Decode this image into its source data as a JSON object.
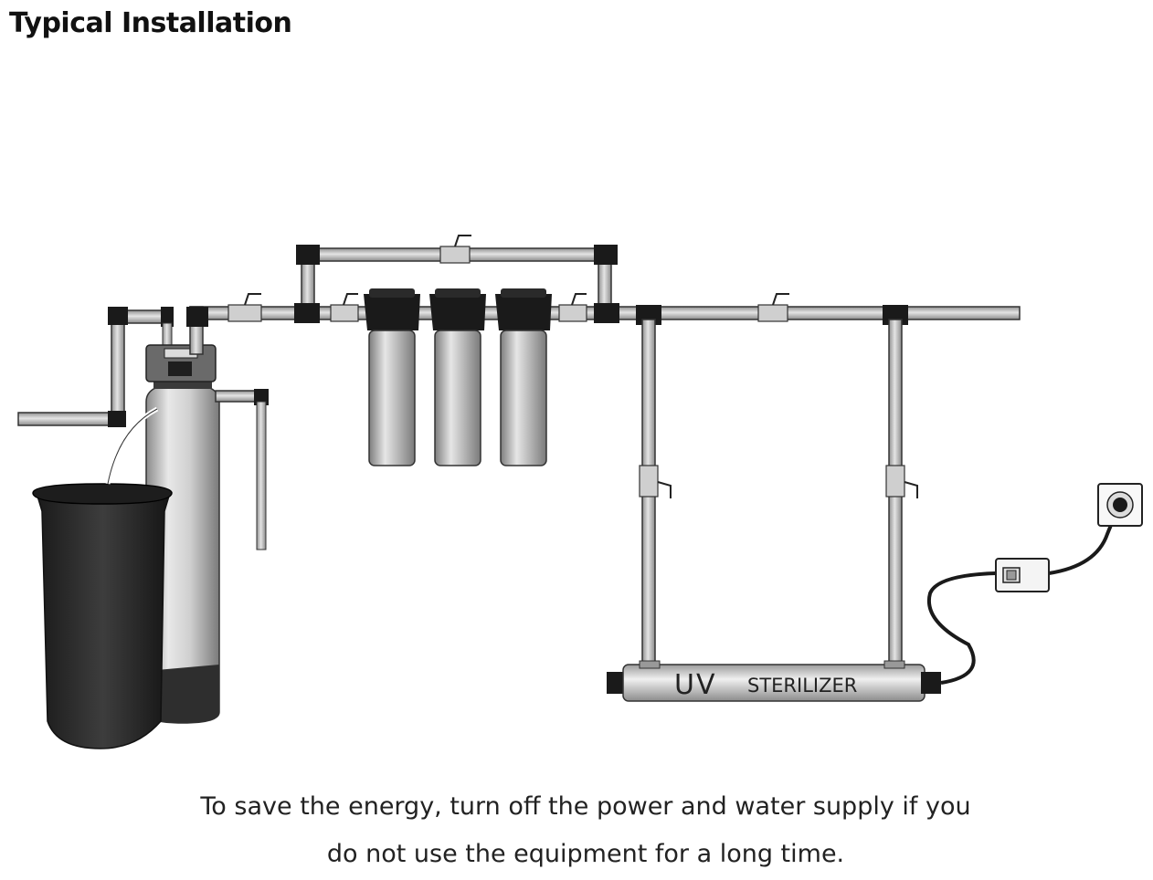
{
  "title": "Typical Installation",
  "uv_label": {
    "prefix": "UV",
    "name": "STERILIZER"
  },
  "caption": {
    "line1": "To save the energy, turn off the power and water supply if you",
    "line2": "do not use the equipment for a long time."
  },
  "colors": {
    "pipe": "#b8b8b8",
    "pipe_outline": "#333333",
    "fitting": "#1a1a1a",
    "tank": "#cfcfcf",
    "brine_tank": "#2a2a2a"
  }
}
